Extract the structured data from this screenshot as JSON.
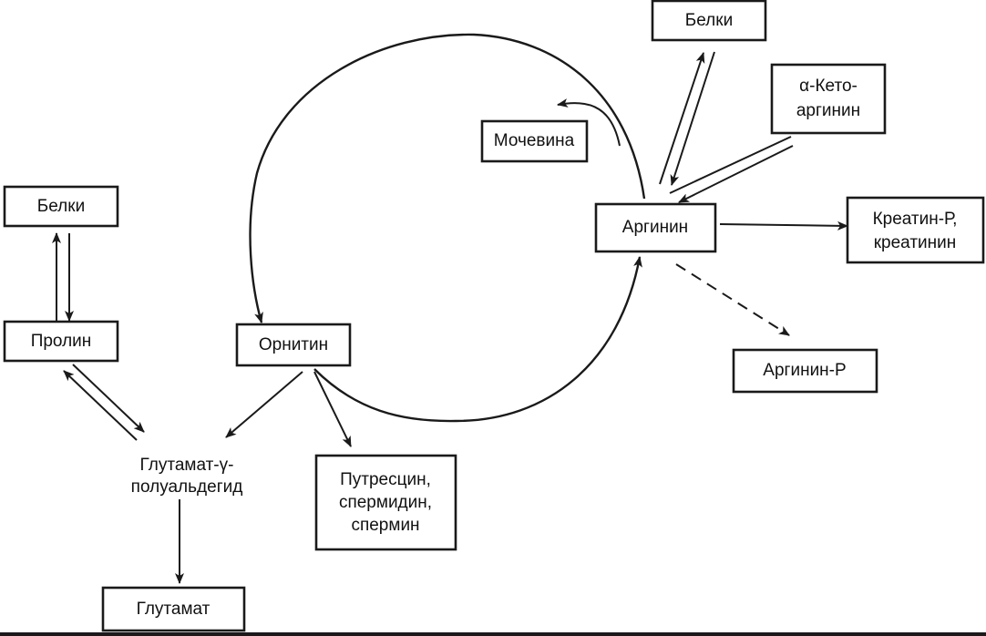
{
  "nodes": {
    "belki_top": "Белки",
    "alpha_keto_line1": "α-Кето-",
    "alpha_keto_line2": "аргинин",
    "mochevina": "Мочевина",
    "arginin": "Аргинин",
    "kreatin_line1": "Креатин-Р,",
    "kreatin_line2": "креатинин",
    "arginin_p": "Аргинин-Р",
    "belki_left": "Белки",
    "prolin": "Пролин",
    "ornitin": "Орнитин",
    "glutamat_semi_line1": "Глутамат-γ-",
    "glutamat_semi_line2": "полуальдегид",
    "polyamines_line1": "Путресцин,",
    "polyamines_line2": "спермидин,",
    "polyamines_line3": "спермин",
    "glutamat": "Глутамат"
  }
}
